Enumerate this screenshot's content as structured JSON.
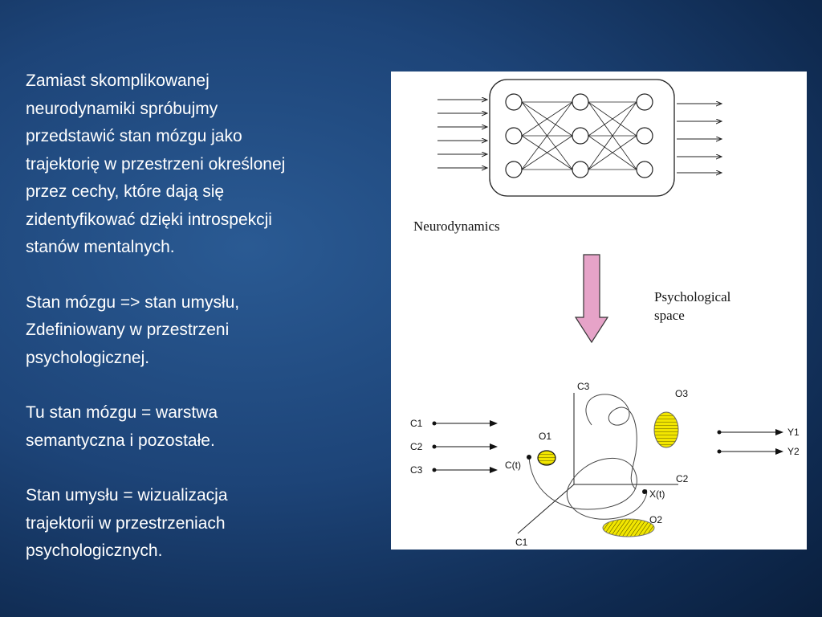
{
  "slide": {
    "paragraphs": [
      {
        "lines": [
          "Zamiast skomplikowanej",
          "neurodynamiki spróbujmy",
          "przedstawić stan mózgu jako",
          "trajektorię w przestrzeni określonej",
          "przez cechy, które dają się",
          "zidentyfikować dzięki introspekcji",
          "stanów mentalnych."
        ]
      },
      {
        "lines": [
          "Stan mózgu => stan umysłu,",
          "Zdefiniowany w przestrzeni",
          "psychologicznej."
        ]
      },
      {
        "lines": [
          "Tu stan mózgu = warstwa",
          "semantyczna i pozostałe."
        ]
      },
      {
        "lines": [
          "Stan umysłu = wizualizacja",
          "trajektorii w przestrzeniach",
          "psychologicznych."
        ]
      }
    ]
  },
  "figure": {
    "neurodynamics_label": "Neurodynamics",
    "psych_space_label_1": "Psychological",
    "psych_space_label_2": "space",
    "arrow_color": "#e6a3c8",
    "blob_color": "#f2e600",
    "inputs": [
      "C1",
      "C2",
      "C3"
    ],
    "outputs": [
      "Y1",
      "Y2"
    ],
    "axes": {
      "c1": "C1",
      "c2": "C2",
      "c3": "C3"
    },
    "objects": {
      "o1": "O1",
      "o2": "O2",
      "o3": "O3"
    },
    "trajectory_start": "C(t)",
    "trajectory_end": "X(t)"
  }
}
